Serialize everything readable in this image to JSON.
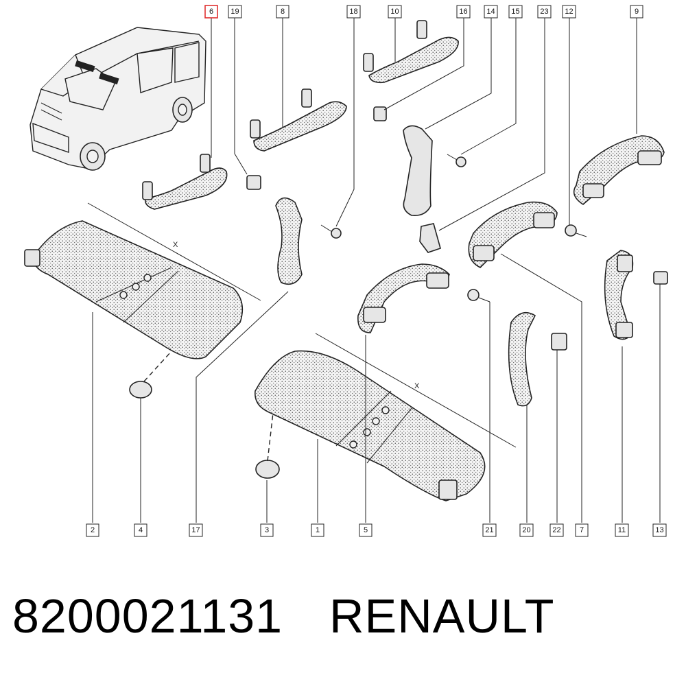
{
  "diagram": {
    "callouts": [
      {
        "id": "6",
        "label": "6",
        "highlight": true
      },
      {
        "id": "19",
        "label": "19"
      },
      {
        "id": "8",
        "label": "8"
      },
      {
        "id": "18",
        "label": "18"
      },
      {
        "id": "10",
        "label": "10"
      },
      {
        "id": "16",
        "label": "16"
      },
      {
        "id": "14",
        "label": "14"
      },
      {
        "id": "15",
        "label": "15"
      },
      {
        "id": "23",
        "label": "23"
      },
      {
        "id": "12",
        "label": "12"
      },
      {
        "id": "9",
        "label": "9"
      },
      {
        "id": "2",
        "label": "2"
      },
      {
        "id": "4",
        "label": "4"
      },
      {
        "id": "17",
        "label": "17"
      },
      {
        "id": "3",
        "label": "3"
      },
      {
        "id": "1",
        "label": "1"
      },
      {
        "id": "5",
        "label": "5"
      },
      {
        "id": "21",
        "label": "21"
      },
      {
        "id": "20",
        "label": "20"
      },
      {
        "id": "22",
        "label": "22"
      },
      {
        "id": "7",
        "label": "7"
      },
      {
        "id": "11",
        "label": "11"
      },
      {
        "id": "13",
        "label": "13"
      }
    ],
    "dimension_label": "X",
    "highlight_color": "#e03030"
  },
  "footer": {
    "part_number": "8200021131",
    "brand": "RENAULT"
  }
}
